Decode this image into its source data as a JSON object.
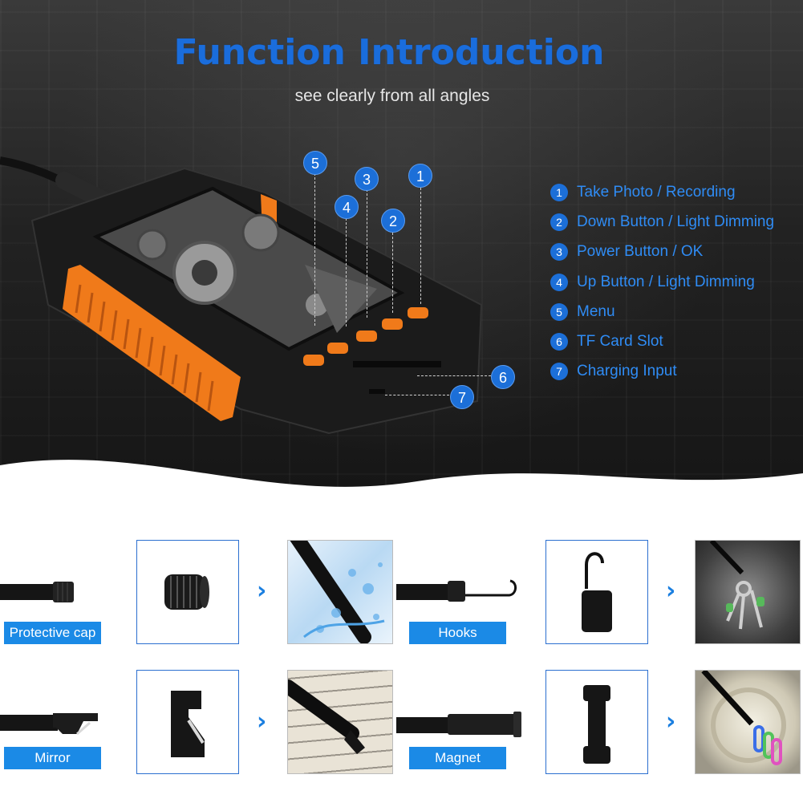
{
  "header": {
    "title": "Function Introduction",
    "subtitle": "see clearly from all angles"
  },
  "callouts": [
    "1",
    "2",
    "3",
    "4",
    "5",
    "6",
    "7"
  ],
  "functions": [
    {
      "num": "1",
      "label": "Take Photo / Recording"
    },
    {
      "num": "2",
      "label": "Down Button / Light Dimming"
    },
    {
      "num": "3",
      "label": "Power Button / OK"
    },
    {
      "num": "4",
      "label": "Up Button / Light Dimming"
    },
    {
      "num": "5",
      "label": "Menu"
    },
    {
      "num": "6",
      "label": "TF Card Slot"
    },
    {
      "num": "7",
      "label": "Charging Input"
    }
  ],
  "accessories": [
    {
      "label": "Protective cap"
    },
    {
      "label": "Hooks"
    },
    {
      "label": "Mirror"
    },
    {
      "label": "Magnet"
    }
  ],
  "colors": {
    "accent_blue": "#1c6fd8",
    "label_blue": "#1b8ae6",
    "device_orange": "#f07a1a"
  }
}
